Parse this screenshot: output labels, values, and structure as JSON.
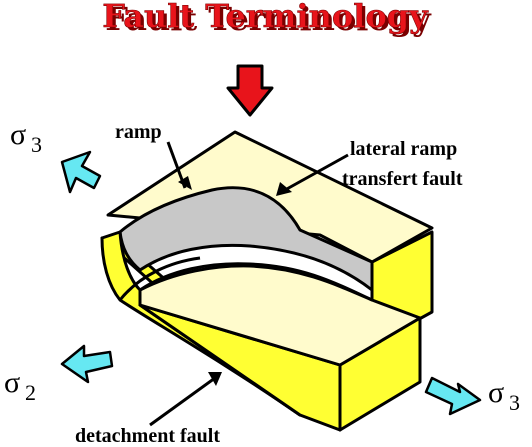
{
  "title": "Fault Terminology",
  "labels": {
    "ramp": "ramp",
    "lateral_ramp": "lateral ramp",
    "transfert_fault": "transfert fault",
    "detachment_fault": "detachment fault"
  },
  "stress": {
    "sigma3_left": {
      "symbol": "σ",
      "subscript": "3"
    },
    "sigma2": {
      "symbol": "σ",
      "subscript": "2"
    },
    "sigma3_right": {
      "symbol": "σ",
      "subscript": "3"
    }
  },
  "colors": {
    "title_fill": "#e8141b",
    "title_shadow": "#7a0000",
    "down_arrow": "#e8141b",
    "stress_arrow": "#66e8f2",
    "block_top": "#fffbcc",
    "block_side": "#ffff33",
    "block_side_dark": "#e6e600",
    "fault_surface": "#c8c8c8"
  }
}
